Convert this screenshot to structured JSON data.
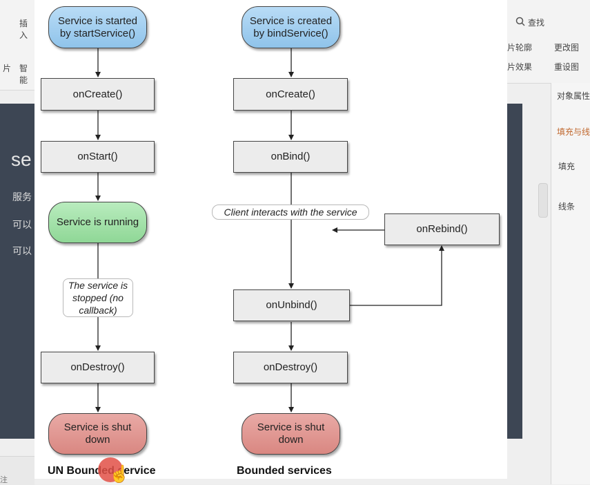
{
  "background": {
    "ribbon_left": [
      "插入",
      "片",
      "智能"
    ],
    "slide_left": {
      "title": "se",
      "lines": [
        "服务",
        "可以",
        "可以"
      ]
    },
    "bottombar_left": "注",
    "ribbon_right": {
      "search": "查找",
      "items": [
        "片轮廓",
        "更改图",
        "片效果",
        "重设图"
      ]
    },
    "panel_right": {
      "title": "对象属性",
      "tab": "填充与线",
      "sections": [
        "填充",
        "线条"
      ]
    }
  },
  "diagram": {
    "unbounded": {
      "start": "Service is started by startService()",
      "on_create": "onCreate()",
      "on_start": "onStart()",
      "running": "Service is running",
      "stopped_note": "The service is stopped (no callback)",
      "on_destroy": "onDestroy()",
      "shutdown": "Service is shut down",
      "caption": "UN Bounded service"
    },
    "bounded": {
      "start": "Service is created by bindService()",
      "on_create": "onCreate()",
      "on_bind": "onBind()",
      "client_note": "Client interacts with the service",
      "on_rebind": "onRebind()",
      "on_unbind": "onUnbind()",
      "on_destroy": "onDestroy()",
      "shutdown": "Service is shut down",
      "caption": "Bounded services"
    }
  },
  "colors": {
    "start_node": "#a6d2f2",
    "running_node": "#a6e3ac",
    "shutdown_node": "#e19a95",
    "lifecycle_box": "#ececec",
    "click_indicator": "#e25046"
  },
  "icons": {
    "cursor": "hand-pointer-icon",
    "search": "search-icon"
  }
}
